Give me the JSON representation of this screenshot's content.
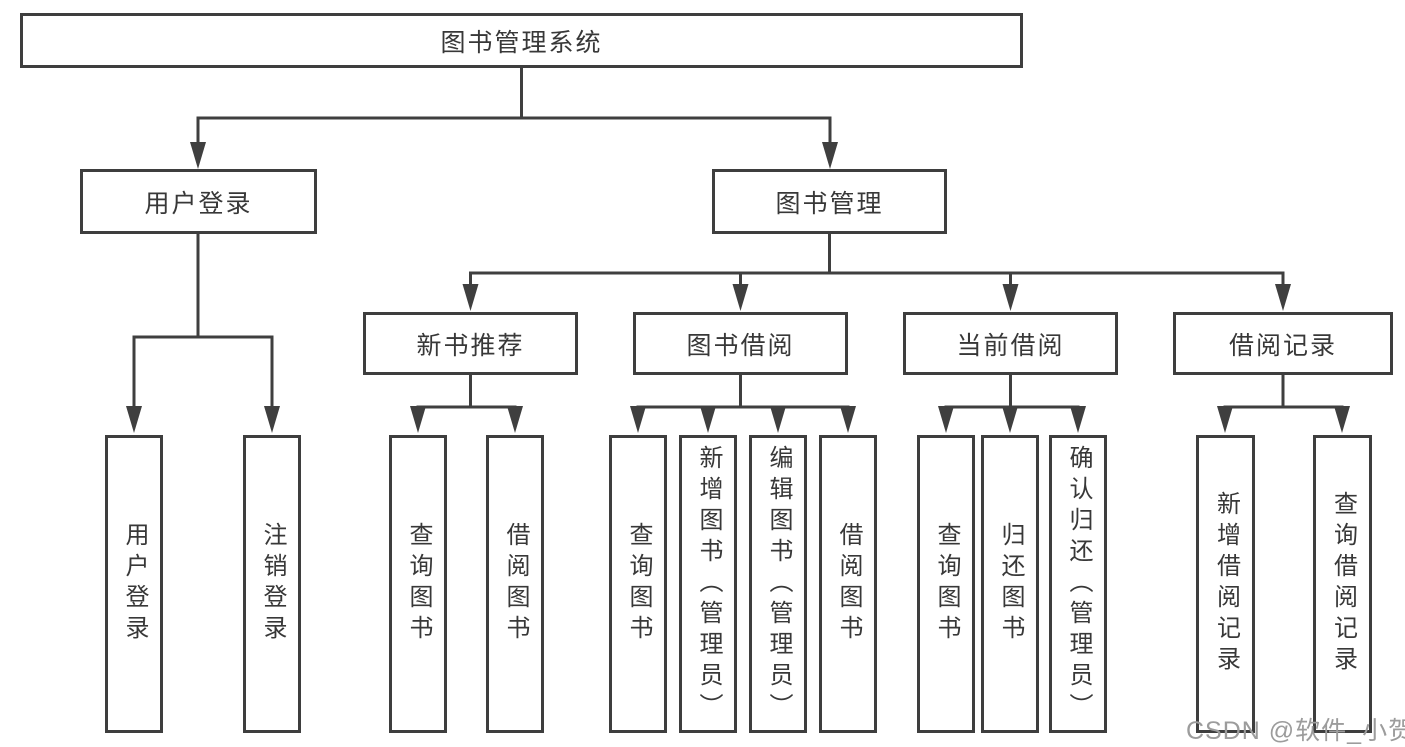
{
  "nodes": {
    "root": {
      "label": "图书管理系统"
    },
    "user_login": {
      "label": "用户登录"
    },
    "book_mgmt": {
      "label": "图书管理"
    },
    "new_books": {
      "label": "新书推荐"
    },
    "book_borrow": {
      "label": "图书借阅"
    },
    "current_borrow": {
      "label": "当前借阅"
    },
    "borrow_records": {
      "label": "借阅记录"
    },
    "leaf_user_login": {
      "label": "用户登录"
    },
    "leaf_logout": {
      "label": "注销登录"
    },
    "nb_query_books": {
      "label": "查询图书"
    },
    "nb_borrow_books": {
      "label": "借阅图书"
    },
    "bb_query_books": {
      "label": "查询图书"
    },
    "bb_add_books": {
      "label": "新增图书（管理员）"
    },
    "bb_edit_books": {
      "label": "编辑图书（管理员）"
    },
    "bb_borrow_books": {
      "label": "借阅图书"
    },
    "cb_query_books": {
      "label": "查询图书"
    },
    "cb_return_books": {
      "label": "归还图书"
    },
    "cb_confirm_return": {
      "label": "确认归还（管理员）"
    },
    "br_add_record": {
      "label": "新增借阅记录"
    },
    "br_query_record": {
      "label": "查询借阅记录"
    }
  },
  "tree": {
    "图书管理系统": {
      "用户登录": [
        "用户登录",
        "注销登录"
      ],
      "图书管理": {
        "新书推荐": [
          "查询图书",
          "借阅图书"
        ],
        "图书借阅": [
          "查询图书",
          "新增图书（管理员）",
          "编辑图书（管理员）",
          "借阅图书"
        ],
        "当前借阅": [
          "查询图书",
          "归还图书",
          "确认归还（管理员）"
        ],
        "借阅记录": [
          "新增借阅记录",
          "查询借阅记录"
        ]
      }
    }
  },
  "watermark": {
    "text": "CSDN @软件_小贺同学"
  },
  "colors": {
    "line": "#3f3f3f",
    "border": "#3e3e3e",
    "text": "#383838",
    "watermark": "#9c9c9c",
    "background": "#ffffff"
  }
}
